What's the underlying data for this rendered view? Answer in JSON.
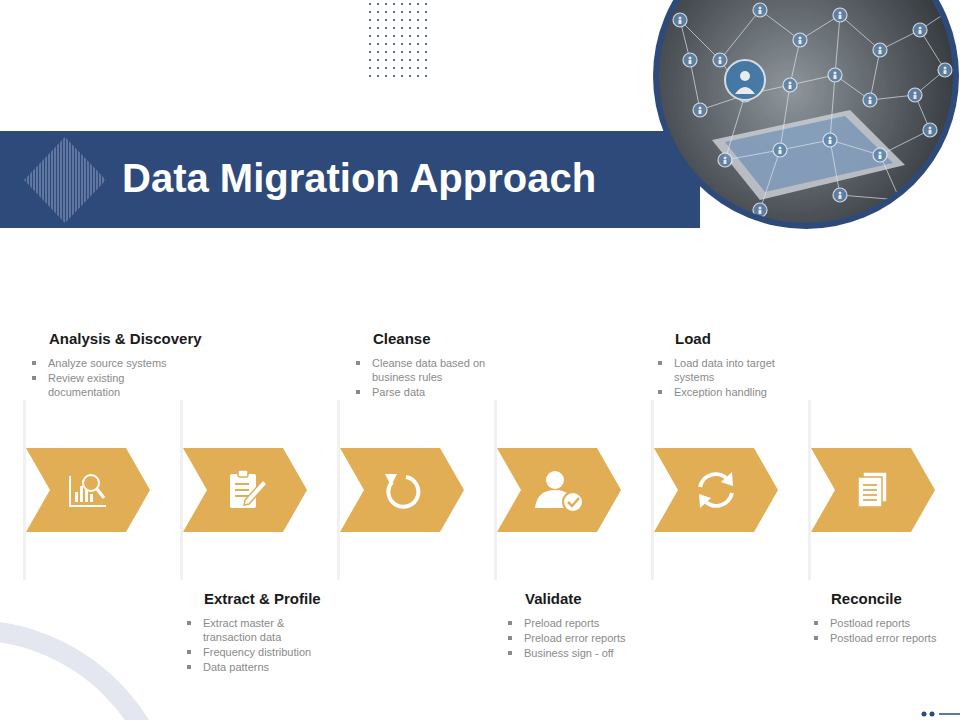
{
  "diagram": {
    "title": "Data Migration Approach",
    "nodes": [
      {
        "text": [
          "Analysis & Discovery",
          "Analyze source systems",
          "Review existing documentation"
        ]
      },
      {
        "text": [
          "Extract & Profile",
          "Extract master & transaction data",
          "Frequency distribution",
          "Data patterns"
        ]
      },
      {
        "text": [
          "Cleanse",
          "Cleanse data based on business rules",
          "Parse data"
        ]
      },
      {
        "text": [
          "Validate",
          "Preload reports",
          "Preload error reports",
          "Business sign - off"
        ]
      },
      {
        "text": [
          "Load",
          "Load data into target systems",
          "Exception handling"
        ]
      },
      {
        "text": [
          "Reconcile",
          "Postload reports",
          "Postload error reports"
        ]
      }
    ]
  }
}
